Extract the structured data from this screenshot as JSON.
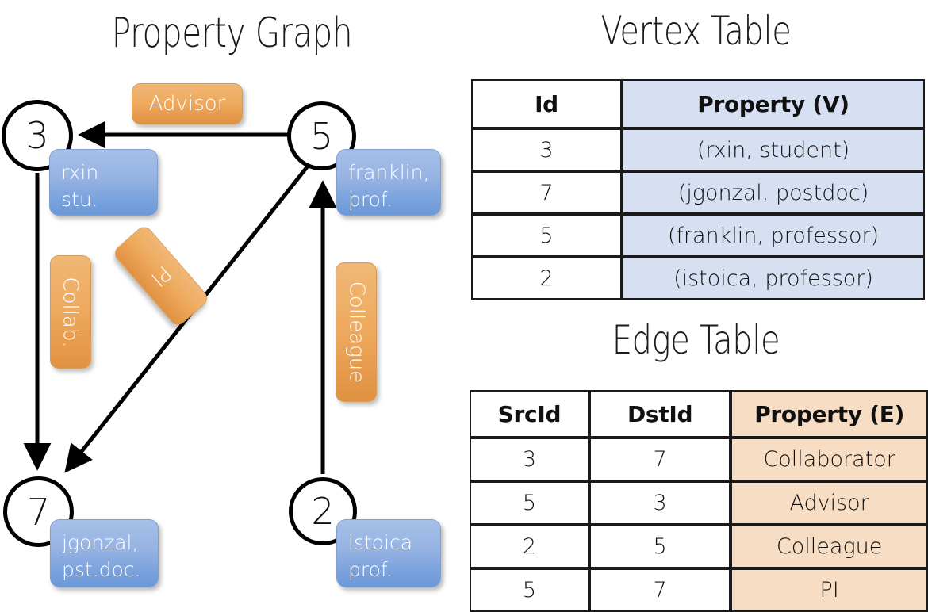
{
  "graph": {
    "title": "Property Graph",
    "nodes": [
      {
        "id": "3",
        "property_label": "rxin\nstu."
      },
      {
        "id": "5",
        "property_label": "franklin,\nprof."
      },
      {
        "id": "7",
        "property_label": "jgonzal,\npst.doc."
      },
      {
        "id": "2",
        "property_label": "istoica\nprof."
      }
    ],
    "node_labels": {
      "n3_line1": "rxin",
      "n3_line2": "stu.",
      "n5_line1": "franklin,",
      "n5_line2": "prof.",
      "n7_line1": "jgonzal,",
      "n7_line2": "pst.doc.",
      "n2_line1": "istoica",
      "n2_line2": "prof."
    },
    "edge_labels": {
      "advisor": "Advisor",
      "collab": "Collab.",
      "pi": "PI",
      "colleague": "Colleague"
    },
    "colors": {
      "vertex_box": "#95b2e2",
      "edge_box": "#eeab60",
      "stroke": "#000000"
    }
  },
  "vertex_table": {
    "title": "Vertex Table",
    "columns": [
      "Id",
      "Property (V)"
    ],
    "rows": [
      {
        "id": "3",
        "property": "(rxin, student)"
      },
      {
        "id": "7",
        "property": "(jgonzal, postdoc)"
      },
      {
        "id": "5",
        "property": "(franklin, professor)"
      },
      {
        "id": "2",
        "property": "(istoica, professor)"
      }
    ],
    "header_fill": "#d6e0f2"
  },
  "edge_table": {
    "title": "Edge Table",
    "columns": [
      "SrcId",
      "DstId",
      "Property (E)"
    ],
    "rows": [
      {
        "src": "3",
        "dst": "7",
        "property": "Collaborator"
      },
      {
        "src": "5",
        "dst": "3",
        "property": "Advisor"
      },
      {
        "src": "2",
        "dst": "5",
        "property": "Colleague"
      },
      {
        "src": "5",
        "dst": "7",
        "property": "PI"
      }
    ],
    "header_fill": "#f6ddc3"
  }
}
